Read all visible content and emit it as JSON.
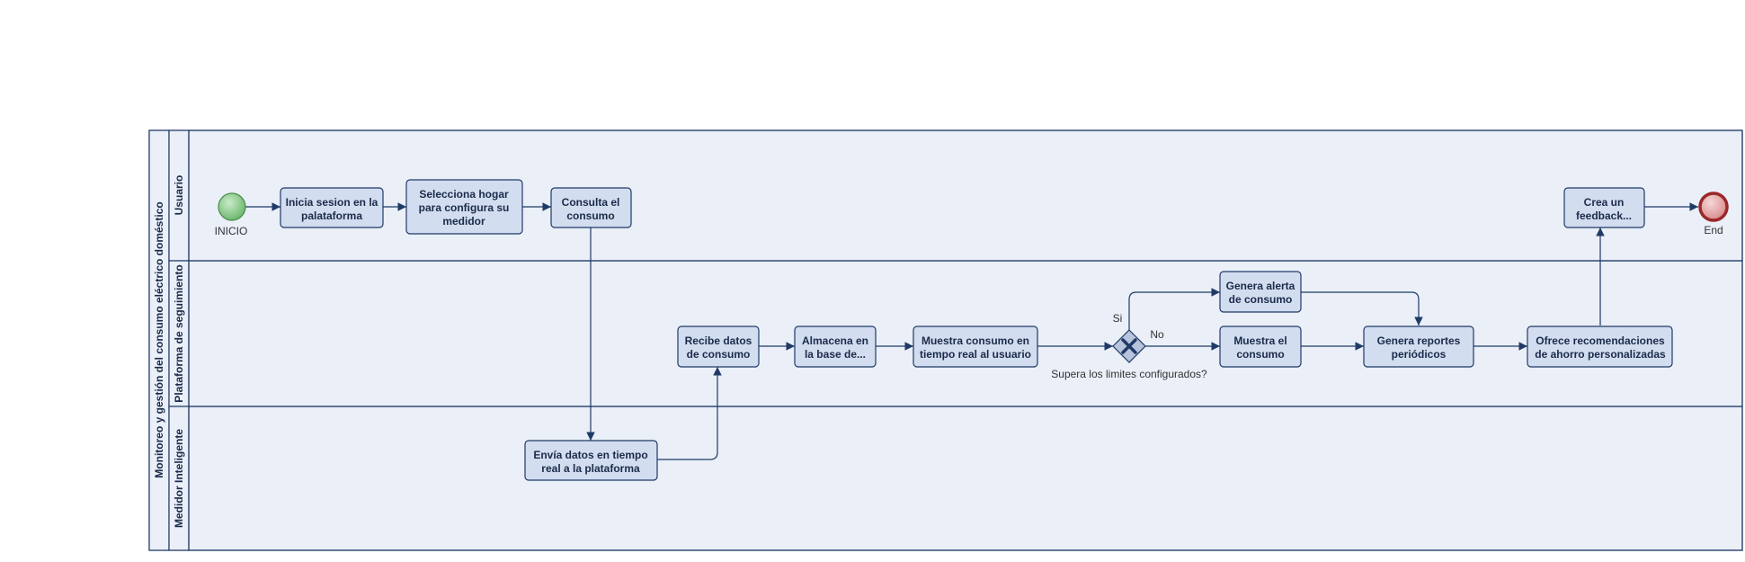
{
  "pool": {
    "title": "Monitoreo y gestión del consumo eléctrico doméstico"
  },
  "lanes": [
    {
      "id": "usuario",
      "label": "Usuario"
    },
    {
      "id": "plataforma",
      "label": "Plataforma de seguimiento"
    },
    {
      "id": "medidor",
      "label": "Medidor Inteligente"
    }
  ],
  "events": [
    {
      "id": "start",
      "label": "INICIO"
    },
    {
      "id": "end",
      "label": "End"
    }
  ],
  "tasks": [
    {
      "id": "t_inicia",
      "lines": [
        "Inicia sesion en la",
        "palataforma"
      ]
    },
    {
      "id": "t_selecciona",
      "lines": [
        "Selecciona hogar",
        "para configura su",
        "medidor"
      ]
    },
    {
      "id": "t_consulta",
      "lines": [
        "Consulta el",
        "consumo"
      ]
    },
    {
      "id": "t_envia",
      "lines": [
        "Envía datos en tiempo",
        "real a la plataforma"
      ]
    },
    {
      "id": "t_recibe",
      "lines": [
        "Recibe datos",
        "de consumo"
      ]
    },
    {
      "id": "t_almacena",
      "lines": [
        "Almacena en",
        "la base de..."
      ]
    },
    {
      "id": "t_muestra_rt",
      "lines": [
        "Muestra consumo en",
        "tiempo real al usuario"
      ]
    },
    {
      "id": "t_alerta",
      "lines": [
        "Genera alerta",
        "de consumo"
      ]
    },
    {
      "id": "t_muestra",
      "lines": [
        "Muestra el",
        "consumo"
      ]
    },
    {
      "id": "t_reportes",
      "lines": [
        "Genera reportes",
        "periódicos"
      ]
    },
    {
      "id": "t_ofrece",
      "lines": [
        "Ofrece recomendaciones",
        "de ahorro personalizadas"
      ]
    },
    {
      "id": "t_feedback",
      "lines": [
        "Crea un",
        "feedback..."
      ]
    }
  ],
  "gateway": {
    "id": "g_limites",
    "label": "Supera los limites configurados?",
    "yes_label": "Si",
    "no_label": "No"
  },
  "colors": {
    "pool_fill": "#eaeff8",
    "pool_stroke": "#1f3a66",
    "task_fill": "#d3ddf0",
    "start_fill": "#8fce8f",
    "end_fill": "#e8a0a0",
    "end_stroke": "#9a2828"
  }
}
